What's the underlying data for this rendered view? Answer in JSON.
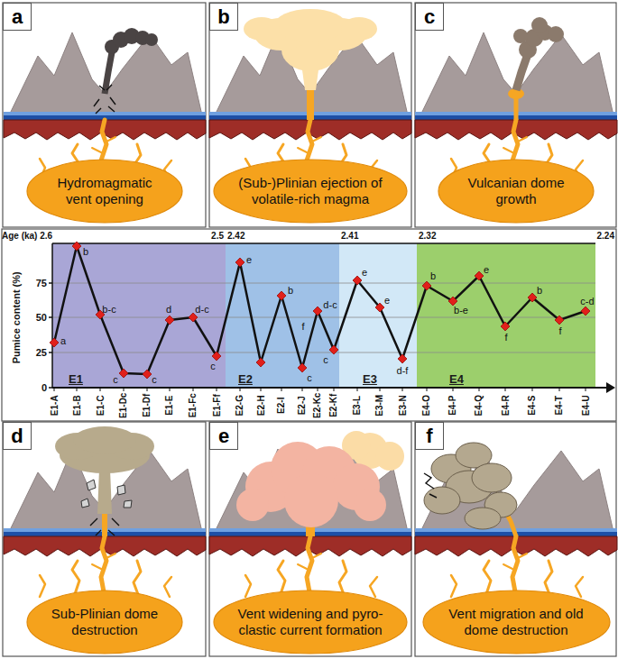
{
  "diagram": {
    "nodes": [
      {
        "text": [
          "a"
        ]
      },
      {
        "text": [
          "Hydromagmatic vent opening"
        ]
      },
      {
        "text": [
          "b"
        ]
      },
      {
        "text": [
          "(Sub-)Plinian ejection of volatile-rich magma"
        ]
      },
      {
        "text": [
          "c"
        ]
      },
      {
        "text": [
          "Vulcanian dome growth"
        ]
      },
      {
        "text": [
          "E1"
        ]
      },
      {
        "text": [
          "E2"
        ]
      },
      {
        "text": [
          "E3"
        ]
      },
      {
        "text": [
          "E4"
        ]
      },
      {
        "text": [
          "d"
        ]
      },
      {
        "text": [
          "Sub-Plinian dome destruction"
        ]
      },
      {
        "text": [
          "e"
        ]
      },
      {
        "text": [
          "Vent widening and pyro- clastic current formation"
        ]
      },
      {
        "text": [
          "f"
        ]
      },
      {
        "text": [
          "Vent migration and old dome destruction"
        ]
      }
    ],
    "labels": [
      "Age (ka) 2.6",
      "2.5",
      "2.42",
      "2.41",
      "2.32",
      "2.24",
      "Pumice content (%)",
      "75",
      "50",
      "25",
      "0",
      "E1-A",
      "E1-B",
      "E1-C",
      "E1-Dc",
      "E1-Df",
      "E1-E",
      "E1-Fc",
      "E1-Ff",
      "E2-G",
      "E2-H",
      "E2-I",
      "E2-J",
      "E2-Kc",
      "E2-Kf",
      "E3-L",
      "E3-M",
      "E3-N",
      "E4-O",
      "E4-P",
      "E4-Q",
      "E4-R",
      "E4-S",
      "E4-T",
      "E4-U",
      "a",
      "b",
      "b-c",
      "c",
      "c",
      "d",
      "d-c",
      "c",
      "e",
      "b",
      "f",
      "c",
      "d-c",
      "c",
      "e",
      "e",
      "d-f",
      "b",
      "b-e",
      "e",
      "f",
      "b",
      "f",
      "c-d"
    ]
  }
}
